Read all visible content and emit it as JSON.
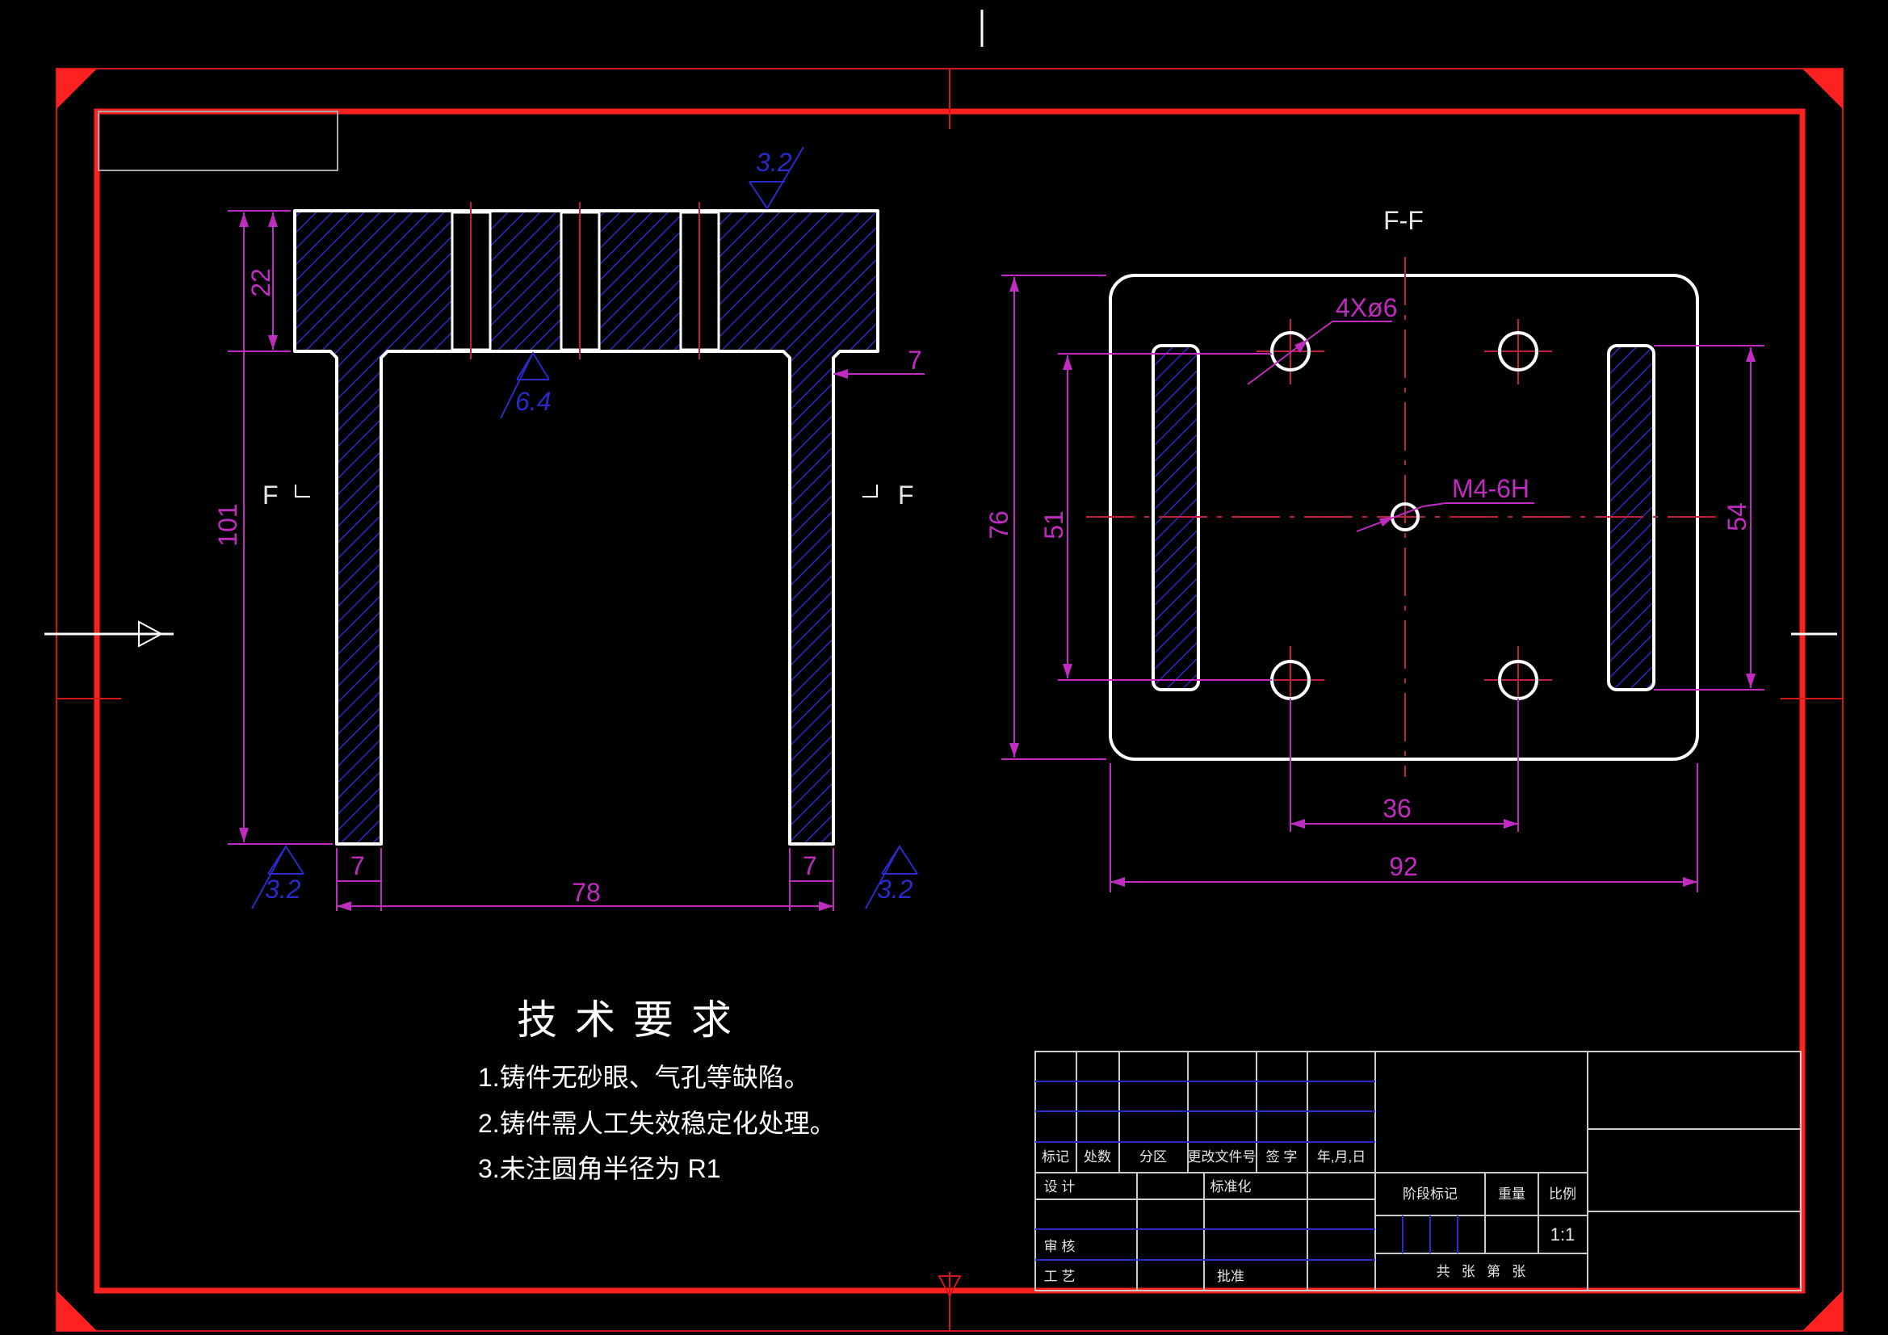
{
  "drawing": {
    "section_title": "F-F",
    "section_marker": "F",
    "colors": {
      "background": "#000000",
      "outline": "#ffffff",
      "border": "#ff2020",
      "dimension": "#c02cc0",
      "hatch": "#2a2ac8",
      "centerline": "#c0203c"
    }
  },
  "front_view": {
    "dims": {
      "top_height": "22",
      "total_height": "101",
      "leg_side": "7",
      "leg_left": "7",
      "leg_right": "7",
      "width": "78"
    },
    "roughness": {
      "top": "3.2",
      "bottom_left": "3.2",
      "bottom_right": "3.2",
      "inner": "6.4"
    }
  },
  "section_view": {
    "dims": {
      "height": "76",
      "hole_pitch_y": "51",
      "slot_height": "54",
      "hole_pitch_x": "36",
      "width": "92"
    },
    "callouts": {
      "holes": "4Xø6",
      "thread": "M4-6H"
    }
  },
  "technical_requirements": {
    "title": "技术要求",
    "items": [
      "1.铸件无砂眼、气孔等缺陷。",
      "2.铸件需人工失效稳定化处理。",
      "3.未注圆角半径为 R1"
    ]
  },
  "title_block": {
    "header_labels": [
      "标记",
      "处数",
      "分区",
      "更改文件号",
      "签 字",
      "年,月,日"
    ],
    "design": "设 计",
    "standardization": "标准化",
    "review": "审 核",
    "process": "工 艺",
    "approve": "批准",
    "stage_mark": "阶段标记",
    "weight": "重量",
    "scale_label": "比例",
    "scale_value": "1:1",
    "sheets": "共   张   第   张"
  }
}
